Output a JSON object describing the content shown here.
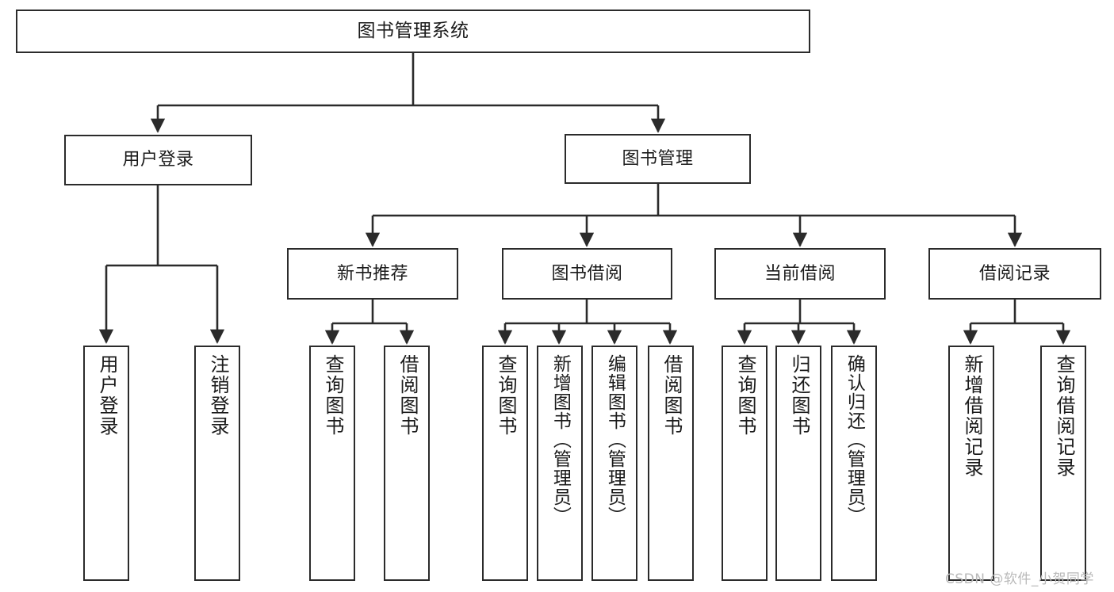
{
  "diagram": {
    "title": "图书管理系统",
    "type": "tree-hierarchy-chart",
    "colors": {
      "box_border": "#2b2b2b",
      "box_fill": "#ffffff",
      "edge": "#2b2b2b",
      "text": "#1b1b1b",
      "watermark": "#b9b9b9",
      "background": "#ffffff"
    }
  },
  "watermark": {
    "text": "CSDN @软件_小贺同学"
  },
  "nodes": {
    "root": {
      "label": "图书管理系统"
    },
    "level2": [
      {
        "label": "用户登录"
      },
      {
        "label": "图书管理"
      }
    ],
    "level3": [
      {
        "label": "新书推荐"
      },
      {
        "label": "图书借阅"
      },
      {
        "label": "当前借阅"
      },
      {
        "label": "借阅记录"
      }
    ],
    "leaves": {
      "user_login": [
        {
          "label": "用户登录"
        },
        {
          "label": "注销登录"
        }
      ],
      "new_book_recommend": [
        {
          "label": "查询图书"
        },
        {
          "label": "借阅图书"
        }
      ],
      "book_borrow": [
        {
          "label": "查询图书"
        },
        {
          "label": "新增图书（管理员）"
        },
        {
          "label": "编辑图书（管理员）"
        },
        {
          "label": "借阅图书"
        }
      ],
      "current_borrow": [
        {
          "label": "查询图书"
        },
        {
          "label": "归还图书"
        },
        {
          "label": "确认归还（管理员）"
        }
      ],
      "borrow_record": [
        {
          "label": "新增借阅记录"
        },
        {
          "label": "查询借阅记录"
        }
      ]
    }
  }
}
